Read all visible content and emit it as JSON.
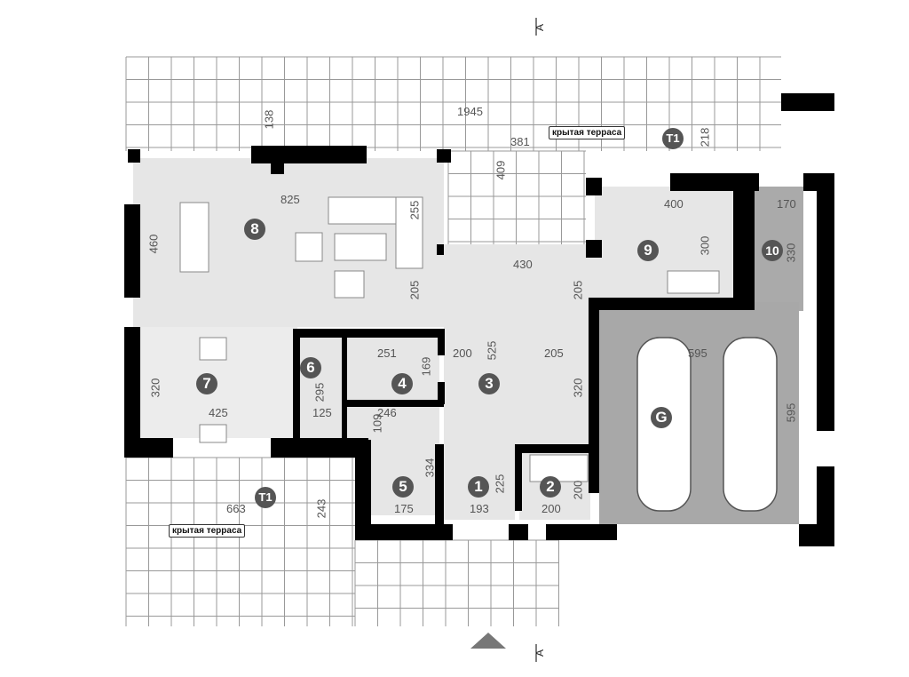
{
  "section_marker": "A",
  "terrace_label": "крытая терраса",
  "rooms": [
    "1",
    "2",
    "3",
    "4",
    "5",
    "6",
    "7",
    "8",
    "9",
    "10",
    "G",
    "T1"
  ],
  "dimensions": {
    "total_width": "1945",
    "d138": "138",
    "d381": "381",
    "d409": "409",
    "d218": "218",
    "d825": "825",
    "d255": "255",
    "d460": "460",
    "d205a": "205",
    "d430": "430",
    "d205b": "205",
    "d400": "400",
    "d300": "300",
    "d170": "170",
    "d330": "330",
    "d320a": "320",
    "d425": "425",
    "d295": "295",
    "d125": "125",
    "d251": "251",
    "d169": "169",
    "d200a": "200",
    "d525": "525",
    "d205c": "205",
    "d320b": "320",
    "d246": "246",
    "d109": "109",
    "d334": "334",
    "d175": "175",
    "d225": "225",
    "d193": "193",
    "d200b": "200",
    "d200c": "200",
    "d663": "663",
    "d243": "243",
    "d595a": "595",
    "d595b": "595"
  }
}
